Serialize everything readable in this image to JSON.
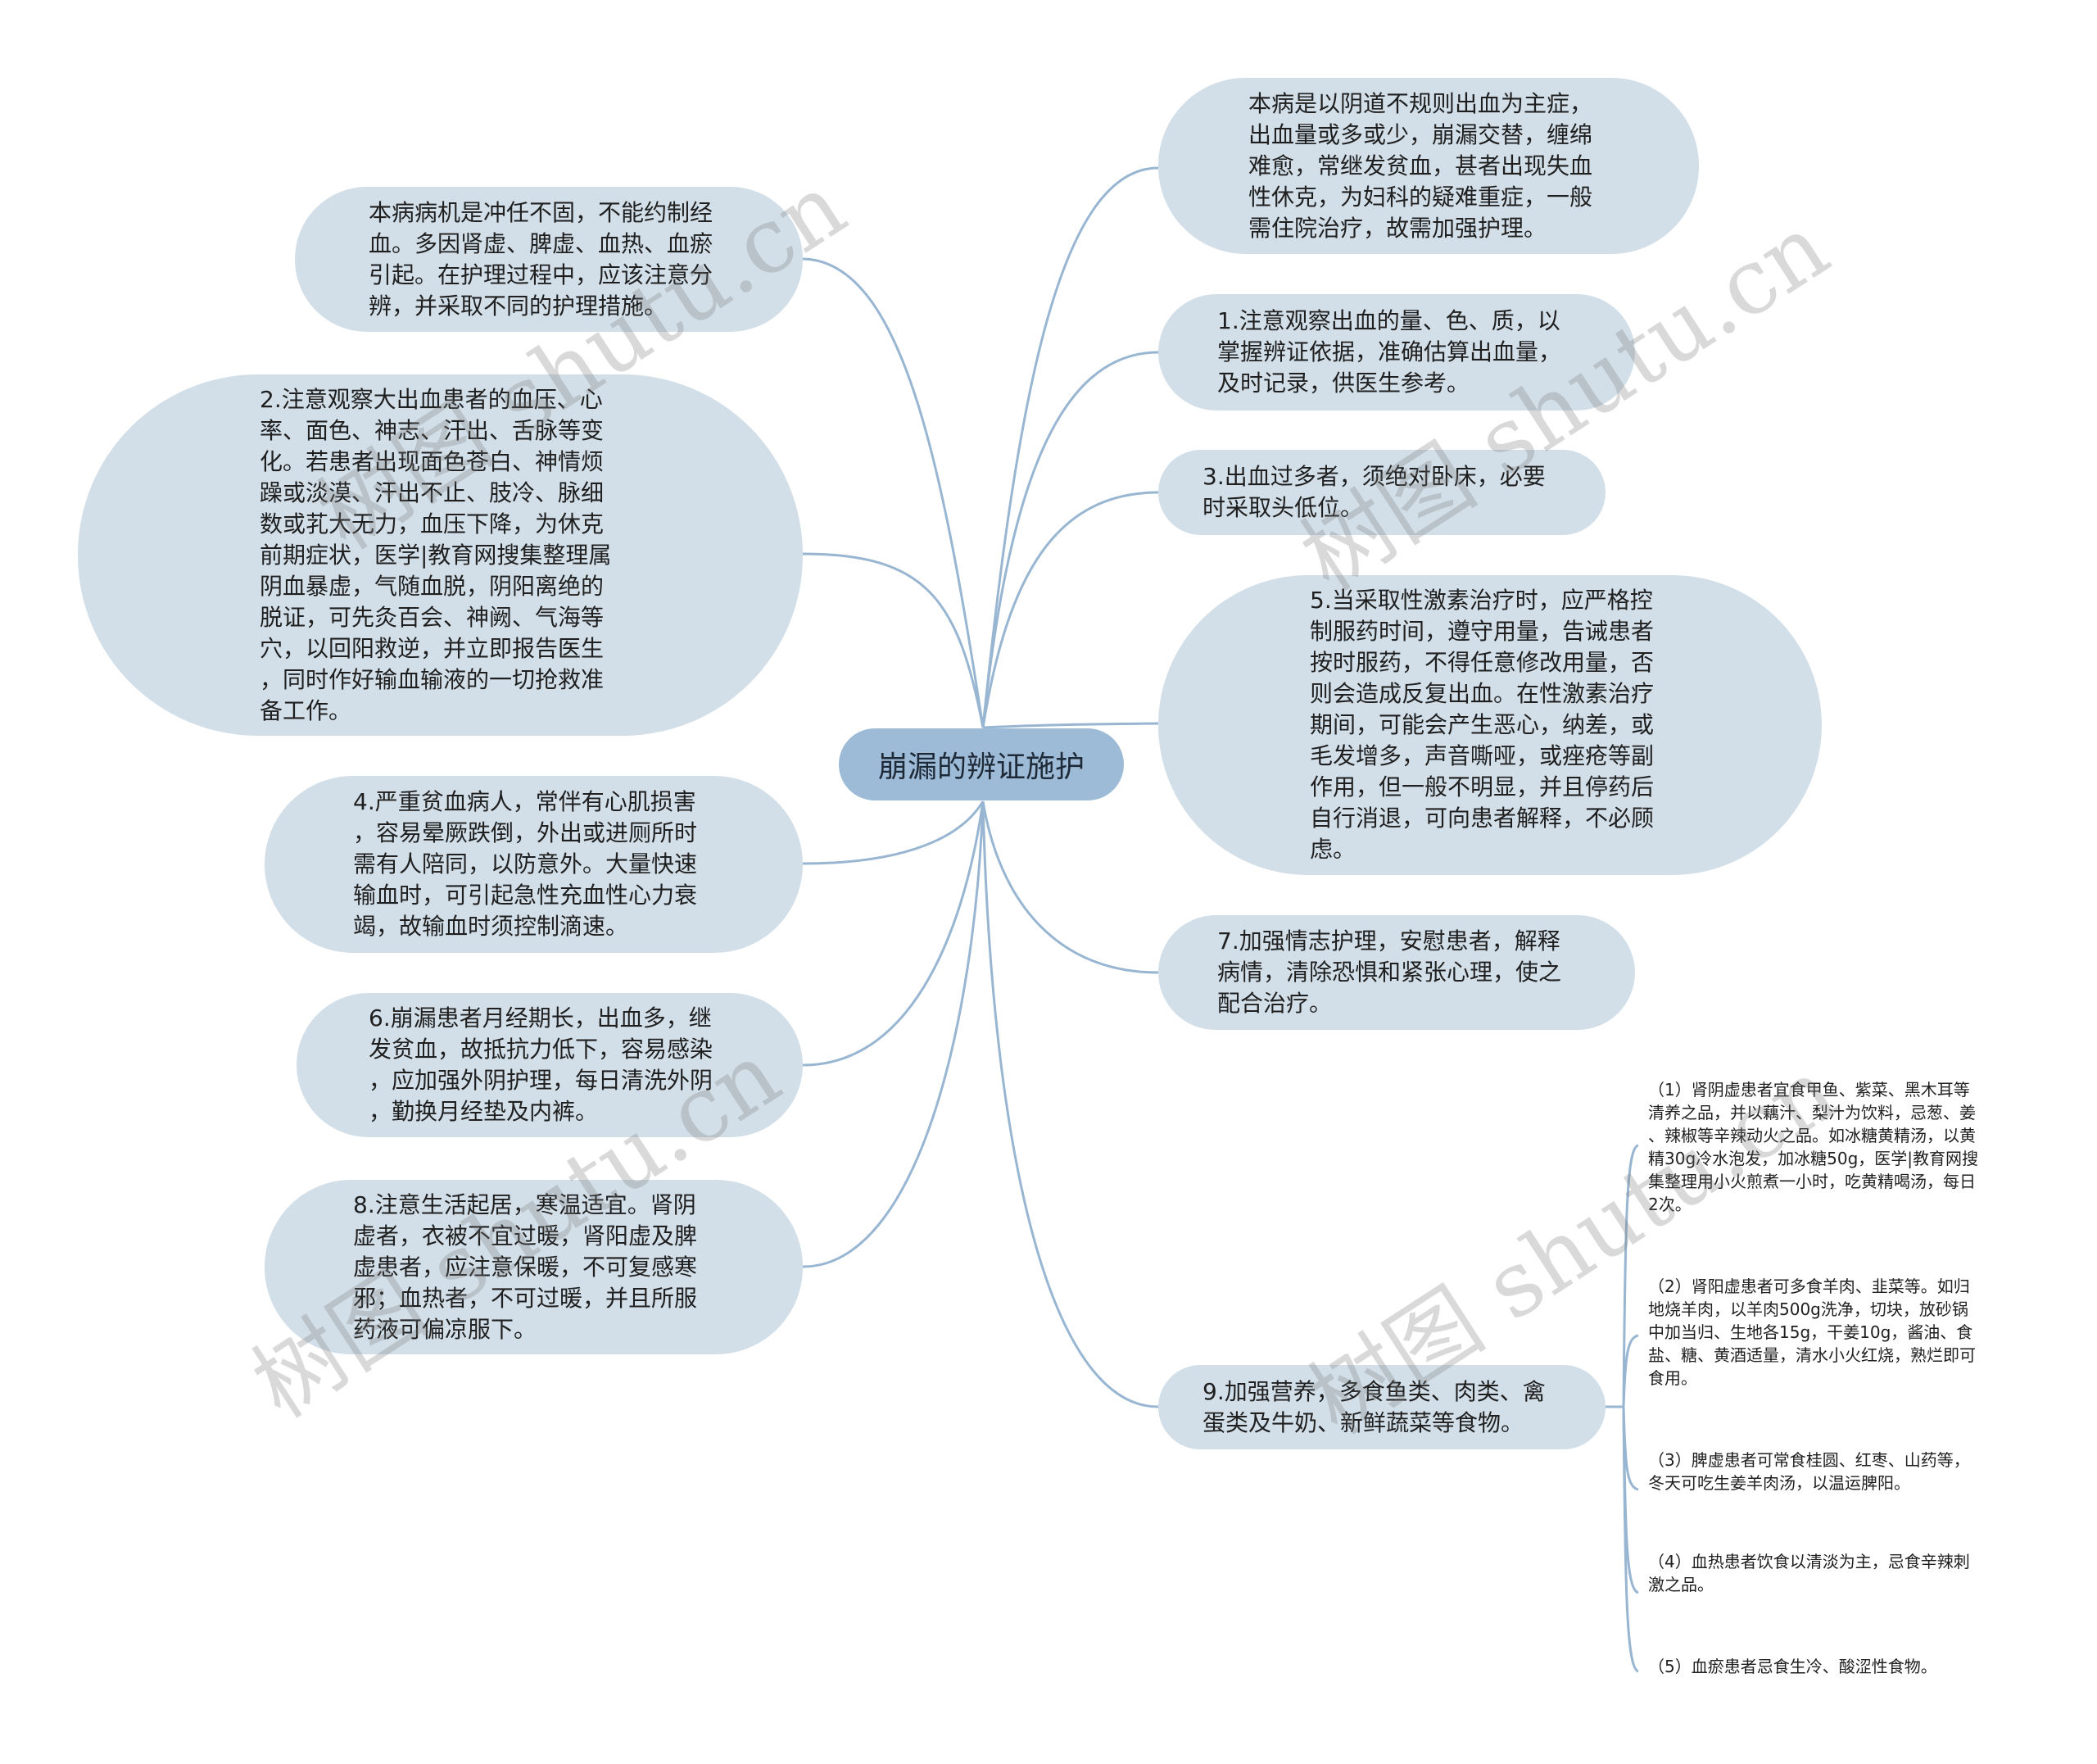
{
  "colors": {
    "background": "#ffffff",
    "node_fill": "#d2dfe8",
    "center_fill": "#9dbbd6",
    "connector": "#98b6d2",
    "text": "#1f1f1f"
  },
  "center": {
    "label": "崩漏的辨证施护"
  },
  "left_nodes": [
    {
      "id": "mechanism",
      "text": "本病病机是冲任不固，不能约制经\n血。多因肾虚、脾虚、血热、血瘀\n引起。在护理过程中，应该注意分\n辨，并采取不同的护理措施。"
    },
    {
      "id": "item-2",
      "text": "2.注意观察大出血患者的血压、心\n率、面色、神志、汗出、舌脉等变\n化。若患者出现面色苍白、神情烦\n躁或淡漠、汗出不止、肢冷、脉细\n数或芤大无力，血压下降，为休克\n前期症状，医学|教育网搜集整理属\n阴血暴虚，气随血脱，阴阳离绝的\n脱证，可先灸百会、神阙、气海等\n穴，以回阳救逆，并立即报告医生\n，同时作好输血输液的一切抢救准\n备工作。"
    },
    {
      "id": "item-4",
      "text": "4.严重贫血病人，常伴有心肌损害\n，容易晕厥跌倒，外出或进厕所时\n需有人陪同，以防意外。大量快速\n输血时，可引起急性充血性心力衰\n竭，故输血时须控制滴速。"
    },
    {
      "id": "item-6",
      "text": "6.崩漏患者月经期长，出血多，继\n发贫血，故抵抗力低下，容易感染\n，应加强外阴护理，每日清洗外阴\n，勤换月经垫及内裤。"
    },
    {
      "id": "item-8",
      "text": "8.注意生活起居，寒温适宜。肾阴\n虚者，衣被不宜过暖，肾阳虚及脾\n虚患者，应注意保暖，不可复感寒\n邪；血热者，不可过暖，并且所服\n药液可偏凉服下。"
    }
  ],
  "right_nodes": [
    {
      "id": "overview",
      "text": "本病是以阴道不规则出血为主症，\n出血量或多或少，崩漏交替，缠绵\n难愈，常继发贫血，甚者出现失血\n性休克，为妇科的疑难重症，一般\n需住院治疗，故需加强护理。"
    },
    {
      "id": "item-1",
      "text": "1.注意观察出血的量、色、质，以\n掌握辨证依据，准确估算出血量，\n及时记录，供医生参考。"
    },
    {
      "id": "item-3",
      "text": "3.出血过多者，须绝对卧床，必要\n时采取头低位。"
    },
    {
      "id": "item-5",
      "text": "5.当采取性激素治疗时，应严格控\n制服药时间，遵守用量，告诫患者\n按时服药，不得任意修改用量，否\n则会造成反复出血。在性激素治疗\n期间，可能会产生恶心，纳差，或\n毛发增多，声音嘶哑，或痤疮等副\n作用，但一般不明显，并且停药后\n自行消退，可向患者解释，不必顾\n虑。"
    },
    {
      "id": "item-7",
      "text": "7.加强情志护理，安慰患者，解释\n病情，清除恐惧和紧张心理，使之\n配合治疗。"
    },
    {
      "id": "item-9",
      "text": "9.加强营养，多食鱼类、肉类、禽\n蛋类及牛奶、新鲜蔬菜等食物。"
    }
  ],
  "nutrition_subitems": [
    {
      "text": "（1）肾阴虚患者宜食甲鱼、紫菜、黑木耳等\n清养之品，并以藕汁、梨汁为饮料，忌葱、姜\n、辣椒等辛辣动火之品。如冰糖黄精汤，以黄\n精30g冷水泡发，加冰糖50g，医学|教育网搜\n集整理用小火煎煮一小时，吃黄精喝汤，每日\n2次。"
    },
    {
      "text": "（2）肾阳虚患者可多食羊肉、韭菜等。如归\n地烧羊肉，以羊肉500g洗净，切块，放砂锅\n中加当归、生地各15g，干姜10g，酱油、食\n盐、糖、黄酒适量，清水小火红烧，熟烂即可\n食用。"
    },
    {
      "text": "（3）脾虚患者可常食桂圆、红枣、山药等，\n冬天可吃生姜羊肉汤，以温运脾阳。"
    },
    {
      "text": "（4）血热患者饮食以清淡为主，忌食辛辣刺\n激之品。"
    },
    {
      "text": "（5）血瘀患者忌食生冷、酸涩性食物。"
    }
  ],
  "watermarks": [
    {
      "text": "树图 shutu.cn"
    },
    {
      "text": "树图 shutu.cn"
    },
    {
      "text": "树图 shutu.cn"
    },
    {
      "text": "树图 shutu.cn"
    }
  ]
}
